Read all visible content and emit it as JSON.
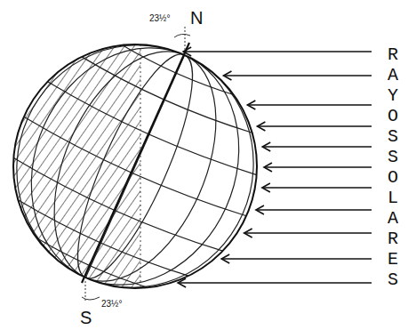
{
  "diagram": {
    "labels": [
      "N",
      "S",
      "23½°",
      "23½°",
      "RAYOS SOLARES"
    ]
  }
}
